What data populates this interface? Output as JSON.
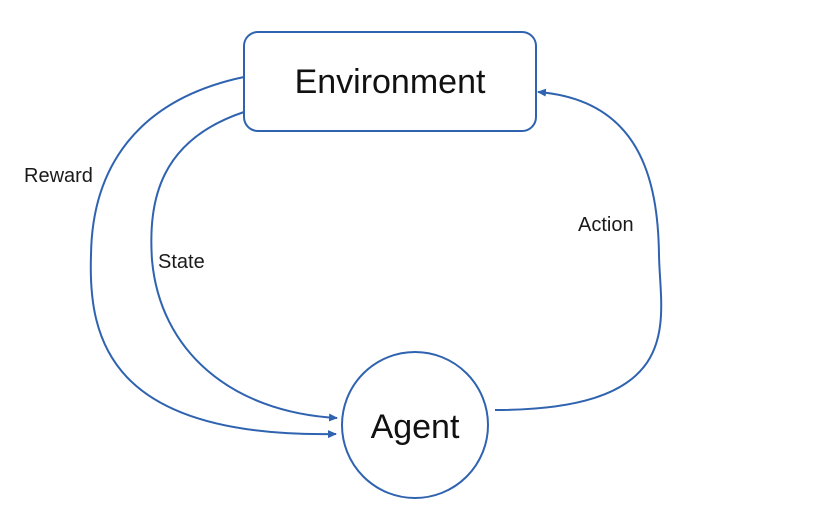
{
  "nodes": {
    "environment": {
      "label": "Environment"
    },
    "agent": {
      "label": "Agent"
    }
  },
  "edges": {
    "reward": {
      "label": "Reward",
      "from": "Environment",
      "to": "Agent"
    },
    "state": {
      "label": "State",
      "from": "Environment",
      "to": "Agent"
    },
    "action": {
      "label": "Action",
      "from": "Agent",
      "to": "Environment"
    }
  },
  "colors": {
    "edge": "#2f63b0",
    "node_border": "#2f63b0",
    "node_fill": "#ffffff",
    "text": "#111111"
  }
}
